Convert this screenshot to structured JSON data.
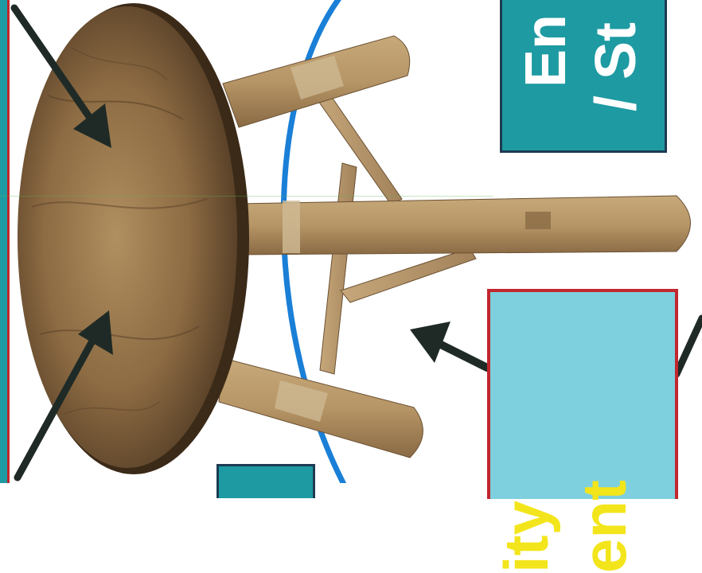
{
  "labels": {
    "top_right_line1": "En",
    "top_right_line2": "/ St",
    "yellow_line1": "ity",
    "yellow_line2": "ent"
  },
  "colors": {
    "teal": "#1e9aa2",
    "dark_border": "#1d3b52",
    "cyan": "#7fd0de",
    "red": "#c2262e",
    "yellow": "#f3e51b",
    "blue_arc": "#1a7fd6",
    "arrow": "#1f2a26"
  },
  "icons": [
    "arrow-icon"
  ]
}
